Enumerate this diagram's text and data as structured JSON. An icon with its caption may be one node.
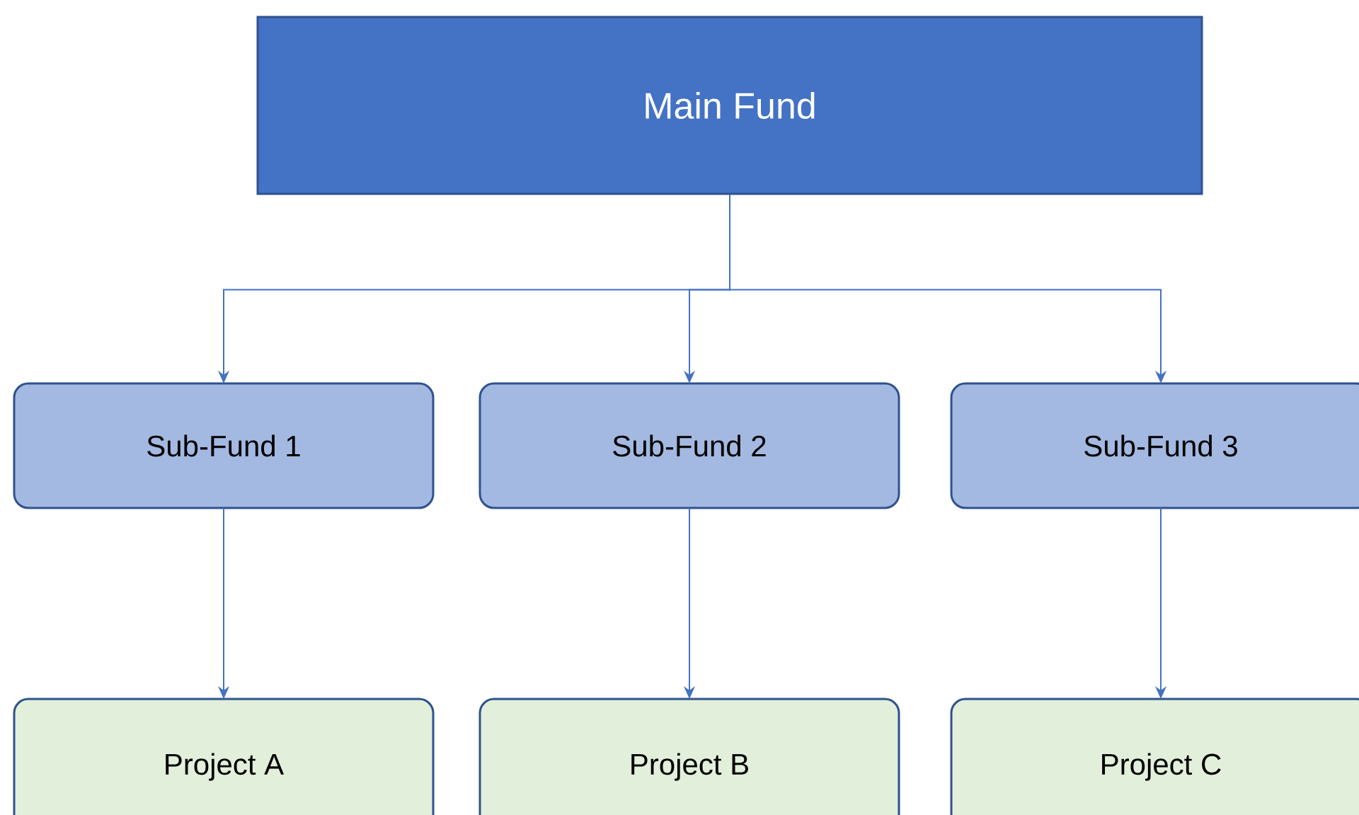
{
  "diagram": {
    "nodes": [
      {
        "text": [
          "Main Fund"
        ]
      },
      {
        "text": [
          "Sub-Fund 1"
        ]
      },
      {
        "text": [
          "Sub-Fund 2"
        ]
      },
      {
        "text": [
          "Sub-Fund 3"
        ]
      },
      {
        "text": [
          "Project A"
        ]
      },
      {
        "text": [
          "Project B"
        ]
      },
      {
        "text": [
          "Project C"
        ]
      }
    ],
    "edges": [
      {
        "from": 0,
        "to": 1,
        "arrow": "to"
      },
      {
        "from": 0,
        "to": 2,
        "arrow": "to"
      },
      {
        "from": 0,
        "to": 3,
        "arrow": "to"
      },
      {
        "from": 1,
        "to": 4,
        "arrow": "to"
      },
      {
        "from": 2,
        "to": 5,
        "arrow": "to"
      },
      {
        "from": 3,
        "to": 6,
        "arrow": "to"
      }
    ]
  }
}
